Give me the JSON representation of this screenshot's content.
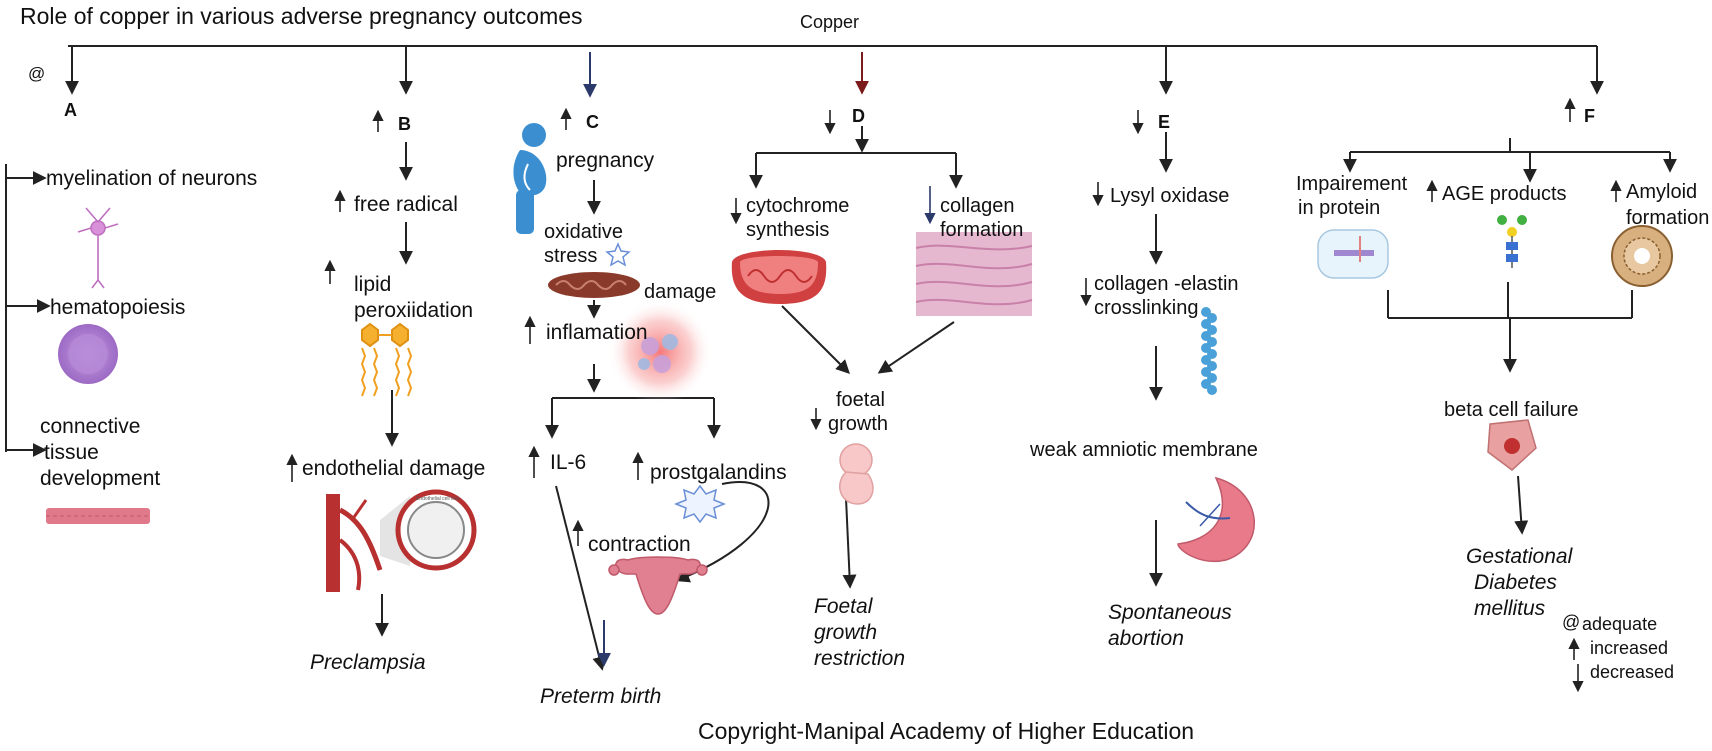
{
  "title": "Role of copper  in various adverse pregnancy outcomes",
  "root_node": "Copper",
  "copyright": "Copyright-Manipal Academy of Higher Education",
  "branches": {
    "A": {
      "label": "A",
      "items": [
        "myelination of neurons",
        "hematopoiesis",
        "connective",
        "tissue",
        "development"
      ]
    },
    "B": {
      "label": "B",
      "items": [
        "free radical",
        "lipid",
        "peroxiidation",
        "endothelial damage",
        "Endothelial cell loss"
      ],
      "outcome": "Preclampsia"
    },
    "C": {
      "label": "C",
      "items": [
        "pregnancy",
        "oxidative",
        "stress",
        "damage",
        "inflamation",
        "IL-6",
        "prostgalandins",
        "contraction"
      ],
      "outcome": "Preterm birth"
    },
    "D": {
      "label": "D",
      "items": [
        "cytochrome",
        "synthesis",
        "collagen",
        "formation",
        "foetal",
        "growth"
      ],
      "outcome": [
        "Foetal",
        "growth",
        "restriction"
      ]
    },
    "E": {
      "label": "E",
      "items": [
        "Lysyl oxidase",
        "collagen -elastin",
        "crosslinking",
        "weak amniotic membrane"
      ],
      "outcome": [
        "Spontaneous",
        "abortion"
      ]
    },
    "F": {
      "label": "F",
      "items": [
        "Impairement",
        "in protein",
        "AGE products",
        "Amyloid",
        "formation",
        "beta cell failure"
      ],
      "outcome": [
        "Gestational",
        "Diabetes",
        "mellitus"
      ]
    }
  },
  "legend": {
    "adequate_symbol": "@",
    "adequate": "adequate",
    "increased": "increased",
    "decreased": "decreased"
  },
  "colors": {
    "arrow": "#222222",
    "arrow_navy": "#2c3a6b",
    "arrow_maroon": "#7a1a1a",
    "pregnant_icon": "#3b8fd1",
    "mitochondria": "#9a4a3a",
    "cell_purple": "#b58ad6",
    "inflammation_glow": "#f46a6a",
    "lipid_orange": "#f0a020",
    "tissue_pink": "#e07a8a"
  }
}
